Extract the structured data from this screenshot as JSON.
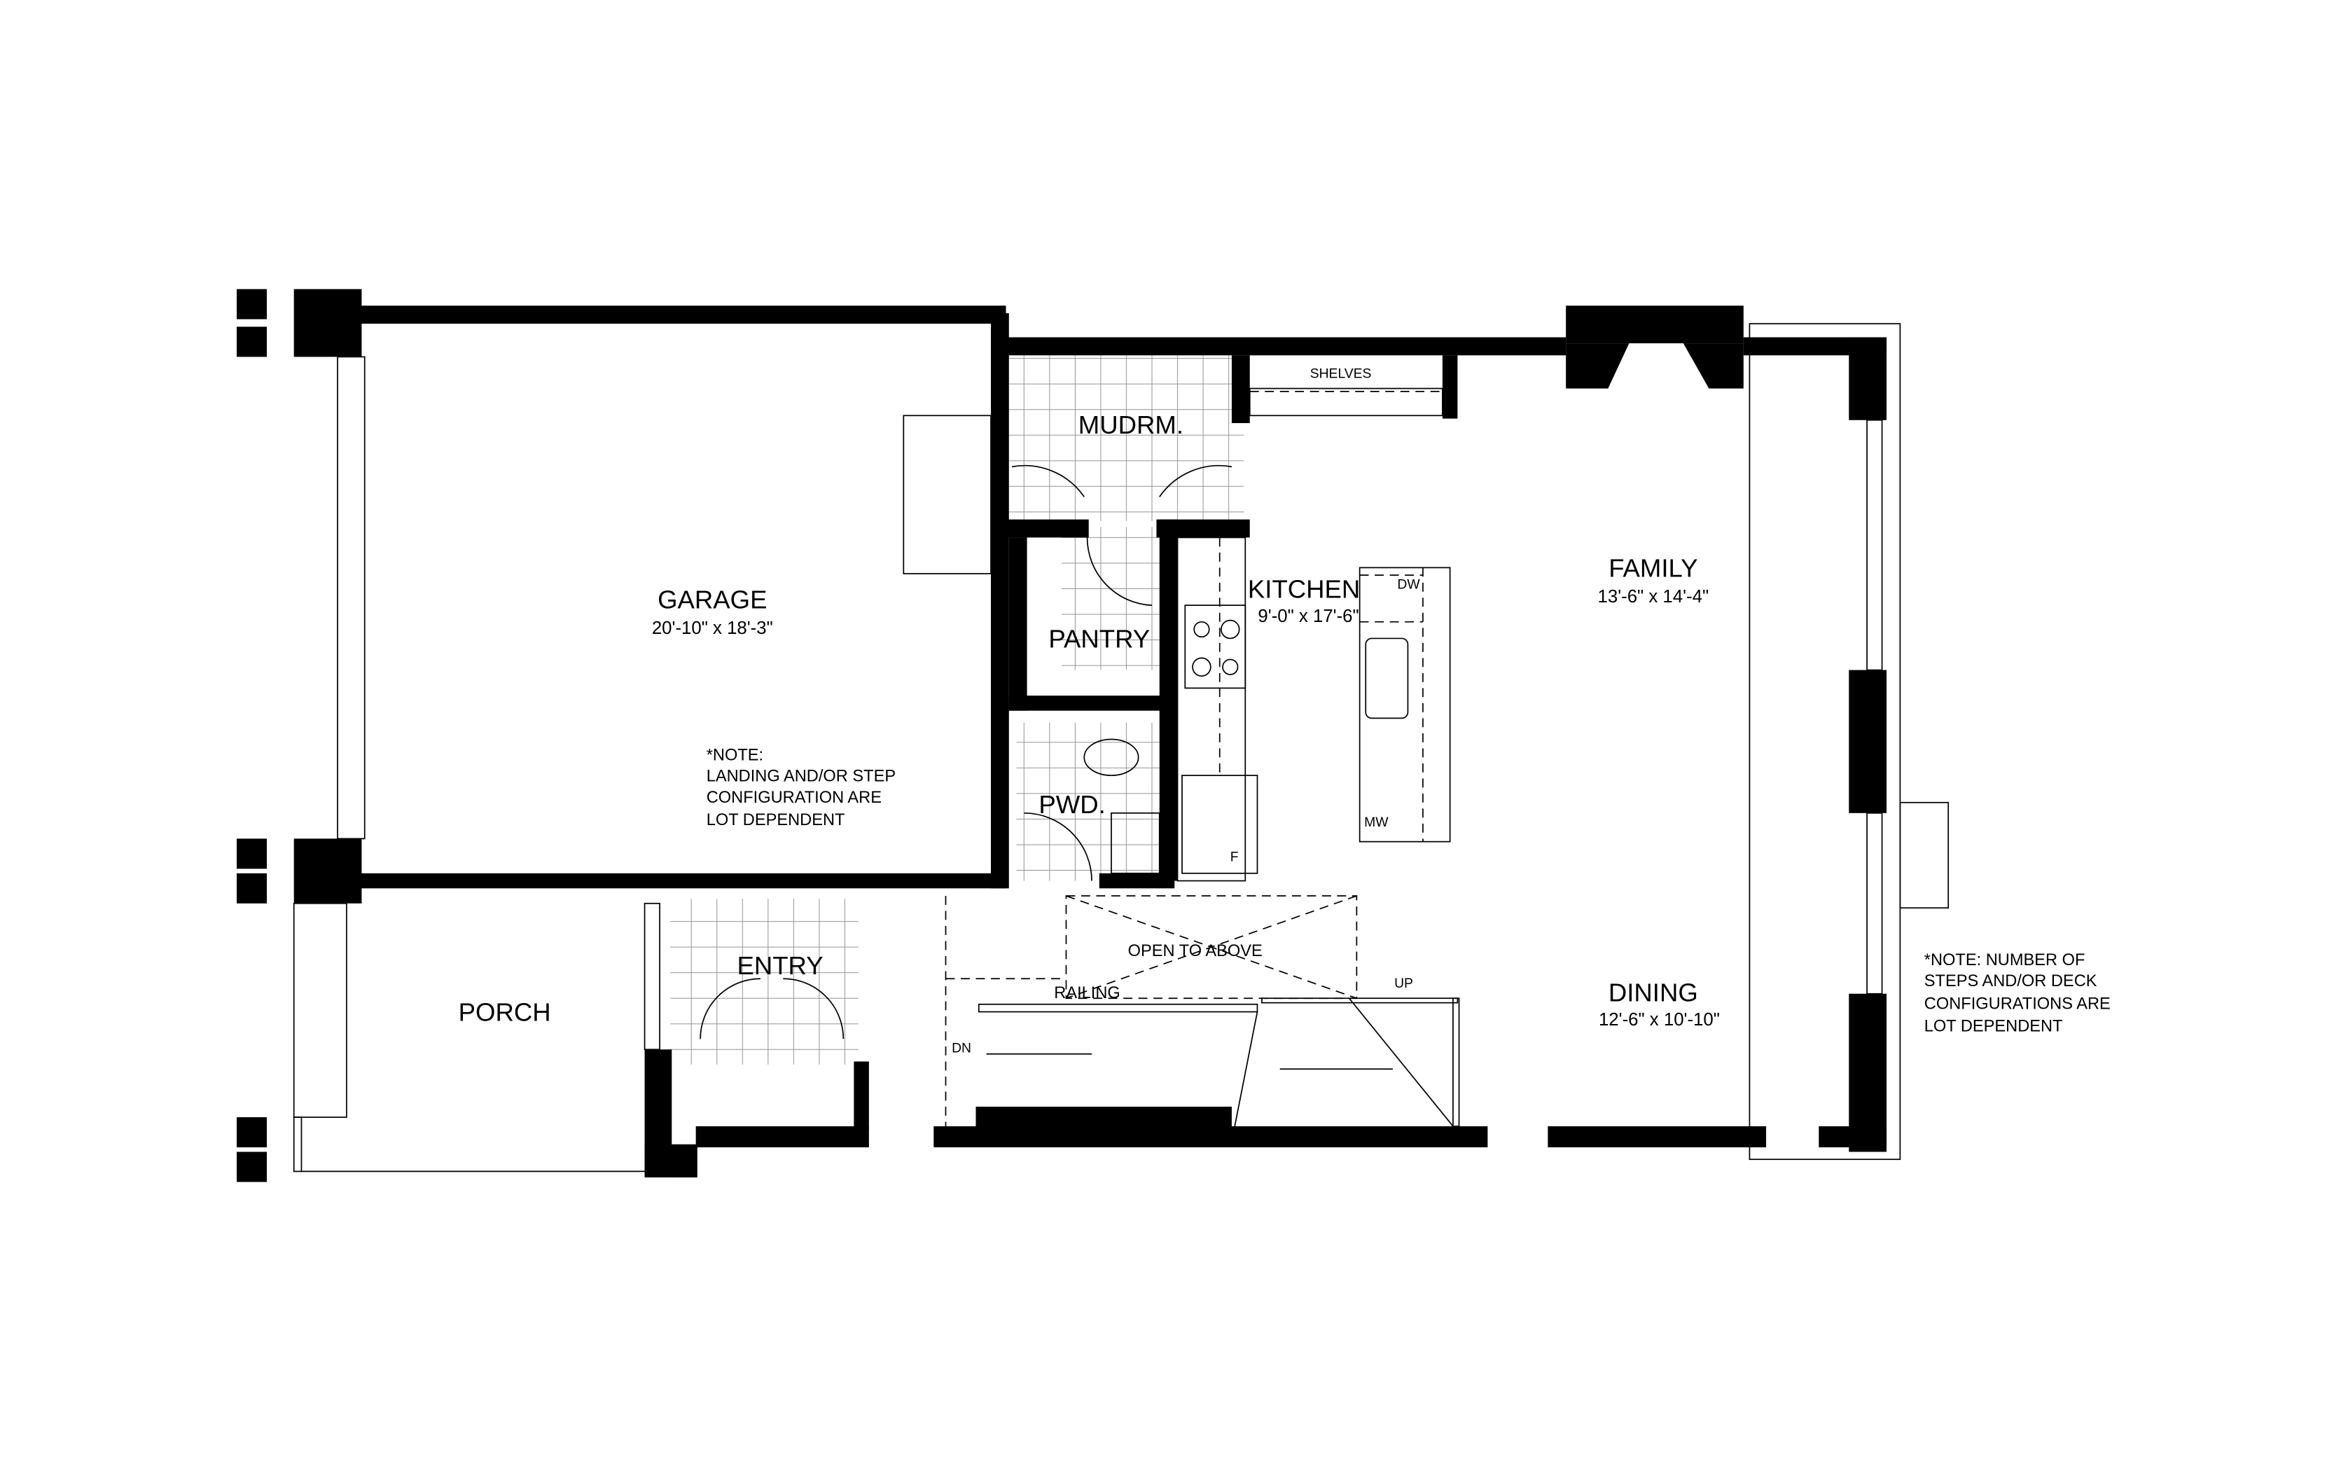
{
  "rooms": {
    "garage": {
      "name": "GARAGE",
      "size": "20'-10\" x 18'-3\""
    },
    "mudroom": {
      "name": "MUDRM."
    },
    "pantry": {
      "name": "PANTRY"
    },
    "kitchen": {
      "name": "KITCHEN",
      "size": "9'-0\" x 17'-6\""
    },
    "powder": {
      "name": "PWD."
    },
    "family": {
      "name": "FAMILY",
      "size": "13'-6\" x 14'-4\""
    },
    "dining": {
      "name": "DINING",
      "size": "12'-6\" x 10'-10\""
    },
    "entry": {
      "name": "ENTRY"
    },
    "porch": {
      "name": "PORCH"
    }
  },
  "labels": {
    "shelves": "SHELVES",
    "dw": "DW",
    "mw": "MW",
    "fridge": "F",
    "open_to_above": "OPEN TO ABOVE",
    "railing": "RAILING",
    "up": "UP",
    "dn": "DN"
  },
  "notes": {
    "garage_note": [
      "*NOTE:",
      "LANDING AND/OR  STEP",
      "CONFIGURATION ARE",
      "LOT DEPENDENT"
    ],
    "deck_note": [
      "*NOTE: NUMBER OF",
      "STEPS AND/OR DECK",
      "CONFIGURATIONS ARE",
      "LOT DEPENDENT"
    ]
  }
}
